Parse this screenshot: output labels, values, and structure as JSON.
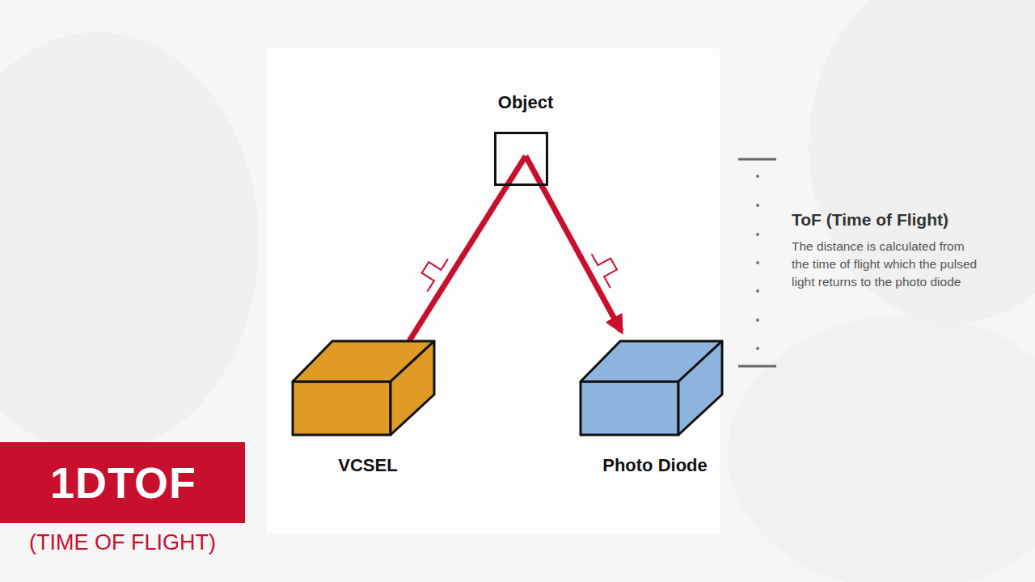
{
  "diagram": {
    "nodes": [
      {
        "text": [
          "Object"
        ]
      },
      {
        "text": [
          "VCSEL"
        ]
      },
      {
        "text": [
          "Photo Diode"
        ]
      },
      {
        "text": [
          "1DTOF"
        ]
      }
    ],
    "edges": [
      {
        "from": 1,
        "to": 0,
        "arrow": "none"
      },
      {
        "from": 0,
        "to": 2,
        "arrow": "to"
      }
    ],
    "labels": [
      "ToF (Time of Flight)",
      "The distance is calculated from the time of flight which the pulsed light returns to the photo diode",
      "(TIME OF FLIGHT)"
    ]
  }
}
